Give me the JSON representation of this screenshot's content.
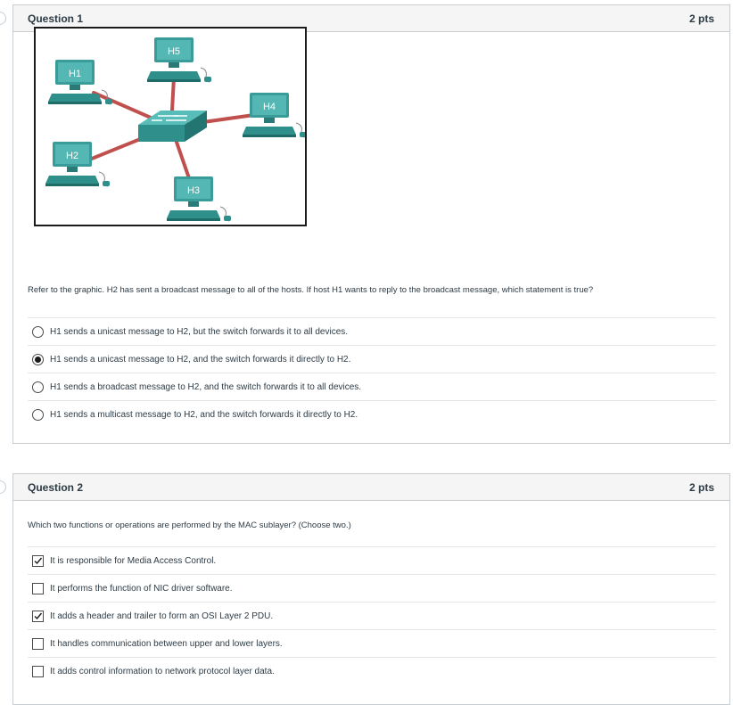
{
  "questions": [
    {
      "title": "Question 1",
      "points": "2 pts",
      "text": "Refer to the graphic. H2 has sent a broadcast message to all of the hosts. If host H1 wants to reply to the broadcast message, which statement is true?",
      "diagram": {
        "hosts": [
          "H1",
          "H2",
          "H3",
          "H4",
          "H5"
        ],
        "center": "switch-icon",
        "link_color": "#c0504d",
        "device_color": "#3a9c98"
      },
      "input_type": "radio",
      "answers": [
        {
          "label": "H1 sends a unicast message to H2, but the switch forwards it to all devices.",
          "selected": false
        },
        {
          "label": "H1 sends a unicast message to H2, and the switch forwards it directly to H2.",
          "selected": true
        },
        {
          "label": "H1 sends a broadcast message to H2, and the switch forwards it to all devices.",
          "selected": false
        },
        {
          "label": "H1 sends a multicast message to H2, and the switch forwards it directly to H2.",
          "selected": false
        }
      ]
    },
    {
      "title": "Question 2",
      "points": "2 pts",
      "text": "Which two functions or operations are performed by the MAC sublayer? (Choose two.)",
      "input_type": "checkbox",
      "answers": [
        {
          "label": "It is responsible for Media Access Control.",
          "selected": true
        },
        {
          "label": "It performs the function of NIC driver software.",
          "selected": false
        },
        {
          "label": "It adds a header and trailer to form an OSI Layer 2 PDU.",
          "selected": true
        },
        {
          "label": "It handles communication between upper and lower layers.",
          "selected": false
        },
        {
          "label": "It adds control information to network protocol layer data.",
          "selected": false
        }
      ]
    }
  ]
}
